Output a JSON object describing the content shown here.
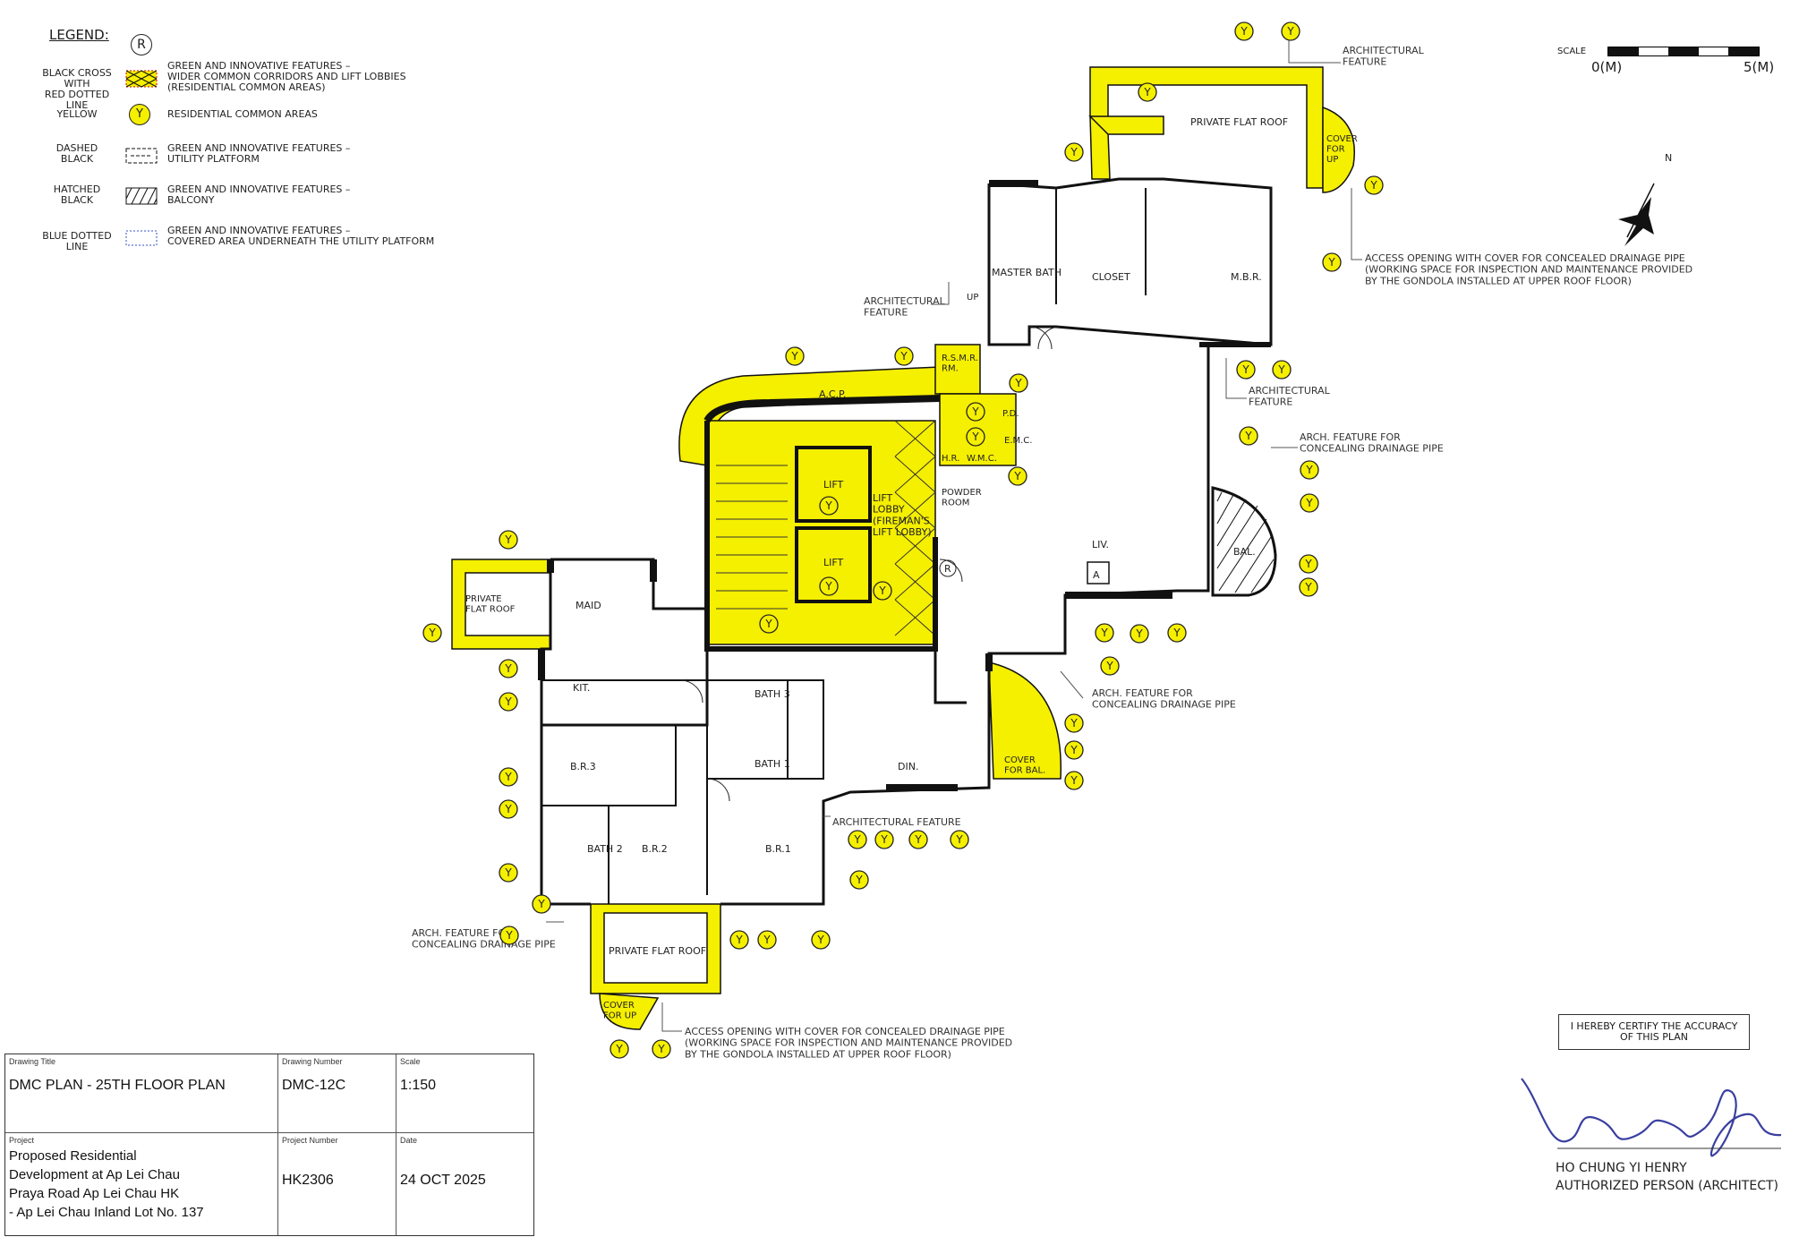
{
  "legend": {
    "title": "LEGEND:",
    "r_symbol": "R",
    "y_symbol": "Y",
    "rows": [
      {
        "key": "BLACK CROSS WITH\nRED DOTTED LINE",
        "desc": "GREEN AND INNOVATIVE FEATURES –\nWIDER COMMON CORRIDORS AND LIFT LOBBIES\n(RESIDENTIAL COMMON AREAS)"
      },
      {
        "key": "YELLOW",
        "desc": "RESIDENTIAL COMMON AREAS"
      },
      {
        "key": "DASHED\nBLACK",
        "desc": "GREEN AND INNOVATIVE FEATURES –\nUTILITY PLATFORM"
      },
      {
        "key": "HATCHED\nBLACK",
        "desc": "GREEN AND INNOVATIVE FEATURES –\nBALCONY"
      },
      {
        "key": "BLUE DOTTED LINE",
        "desc": "GREEN AND INNOVATIVE FEATURES –\nCOVERED AREA UNDERNEATH THE UTILITY PLATFORM"
      }
    ]
  },
  "scale_bar": {
    "caption": "SCALE",
    "left": "0(M)",
    "right": "5(M)"
  },
  "north": "N",
  "rooms": {
    "private_flat_roof_top": "PRIVATE FLAT ROOF",
    "cover_for_up_top": "COVER\nFOR\nUP",
    "master_bath": "MASTER BATH",
    "closet": "CLOSET",
    "mbr": "M.B.R.",
    "up": "UP",
    "acp": "A.C.P.",
    "rsmr": "R.S.M.R.\nRM.",
    "pd": "P.D.",
    "emc": "E.M.C.",
    "hr": "H.R.",
    "wmc": "W.M.C.",
    "lift1": "LIFT",
    "lift2": "LIFT",
    "lift_lobby": "LIFT\nLOBBY\n(FIREMAN'S\nLIFT LOBBY)",
    "powder_room": "POWDER\nROOM",
    "r_mark": "R",
    "liv": "LIV.",
    "flat": "A",
    "bal": "BAL.",
    "private_flat_roof_left": "PRIVATE\nFLAT ROOF",
    "maid": "MAID",
    "kit": "KIT.",
    "bath3": "BATH 3",
    "bath1": "BATH 1",
    "br3": "B.R.3",
    "din": "DIN.",
    "cover_for_bal": "COVER\nFOR BAL.",
    "bath2": "BATH 2",
    "br2": "B.R.2",
    "br1": "B.R.1",
    "private_flat_roof_bottom": "PRIVATE FLAT ROOF",
    "cover_for_up_bottom": "COVER\nFOR UP"
  },
  "notes": {
    "arch_feature_top": "ARCHITECTURAL\nFEATURE",
    "access_top": "ACCESS OPENING WITH COVER FOR CONCEALED DRAINAGE PIPE\n(WORKING SPACE FOR INSPECTION AND MAINTENANCE PROVIDED\nBY THE GONDOLA INSTALLED AT UPPER ROOF FLOOR)",
    "arch_feature_up": "ARCHITECTURAL\nFEATURE",
    "arch_feature_right": "ARCHITECTURAL\nFEATURE",
    "arch_conceal_right": "ARCH. FEATURE FOR\nCONCEALING DRAINAGE PIPE",
    "arch_conceal_mid": "ARCH. FEATURE FOR\nCONCEALING DRAINAGE PIPE",
    "arch_feature_din": "ARCHITECTURAL FEATURE",
    "arch_conceal_left": "ARCH. FEATURE FOR\nCONCEALING DRAINAGE PIPE",
    "access_bottom": "ACCESS OPENING WITH COVER FOR CONCEALED DRAINAGE PIPE\n(WORKING SPACE FOR INSPECTION AND MAINTENANCE PROVIDED\nBY THE GONDOLA INSTALLED AT UPPER ROOF FLOOR)"
  },
  "title_block": {
    "drawing_title_caption": "Drawing Title",
    "drawing_title": "DMC PLAN - 25TH FLOOR PLAN",
    "drawing_number_caption": "Drawing Number",
    "drawing_number": "DMC-12C",
    "scale_caption": "Scale",
    "scale": "1:150",
    "project_caption": "Project",
    "project": "Proposed Residential\nDevelopment at Ap Lei Chau\nPraya Road Ap Lei Chau HK\n- Ap Lei Chau Inland Lot No. 137",
    "project_number_caption": "Project Number",
    "project_number": "HK2306",
    "date_caption": "Date",
    "date": "24 OCT 2025"
  },
  "certification": "I HEREBY CERTIFY THE ACCURACY\nOF THIS PLAN",
  "signer": {
    "name": "HO CHUNG YI HENRY",
    "role": "AUTHORIZED PERSON (ARCHITECT)"
  },
  "colors": {
    "yellow": "#f5ef00",
    "wall": "#111111",
    "blue_sig": "#3a3fa0"
  }
}
